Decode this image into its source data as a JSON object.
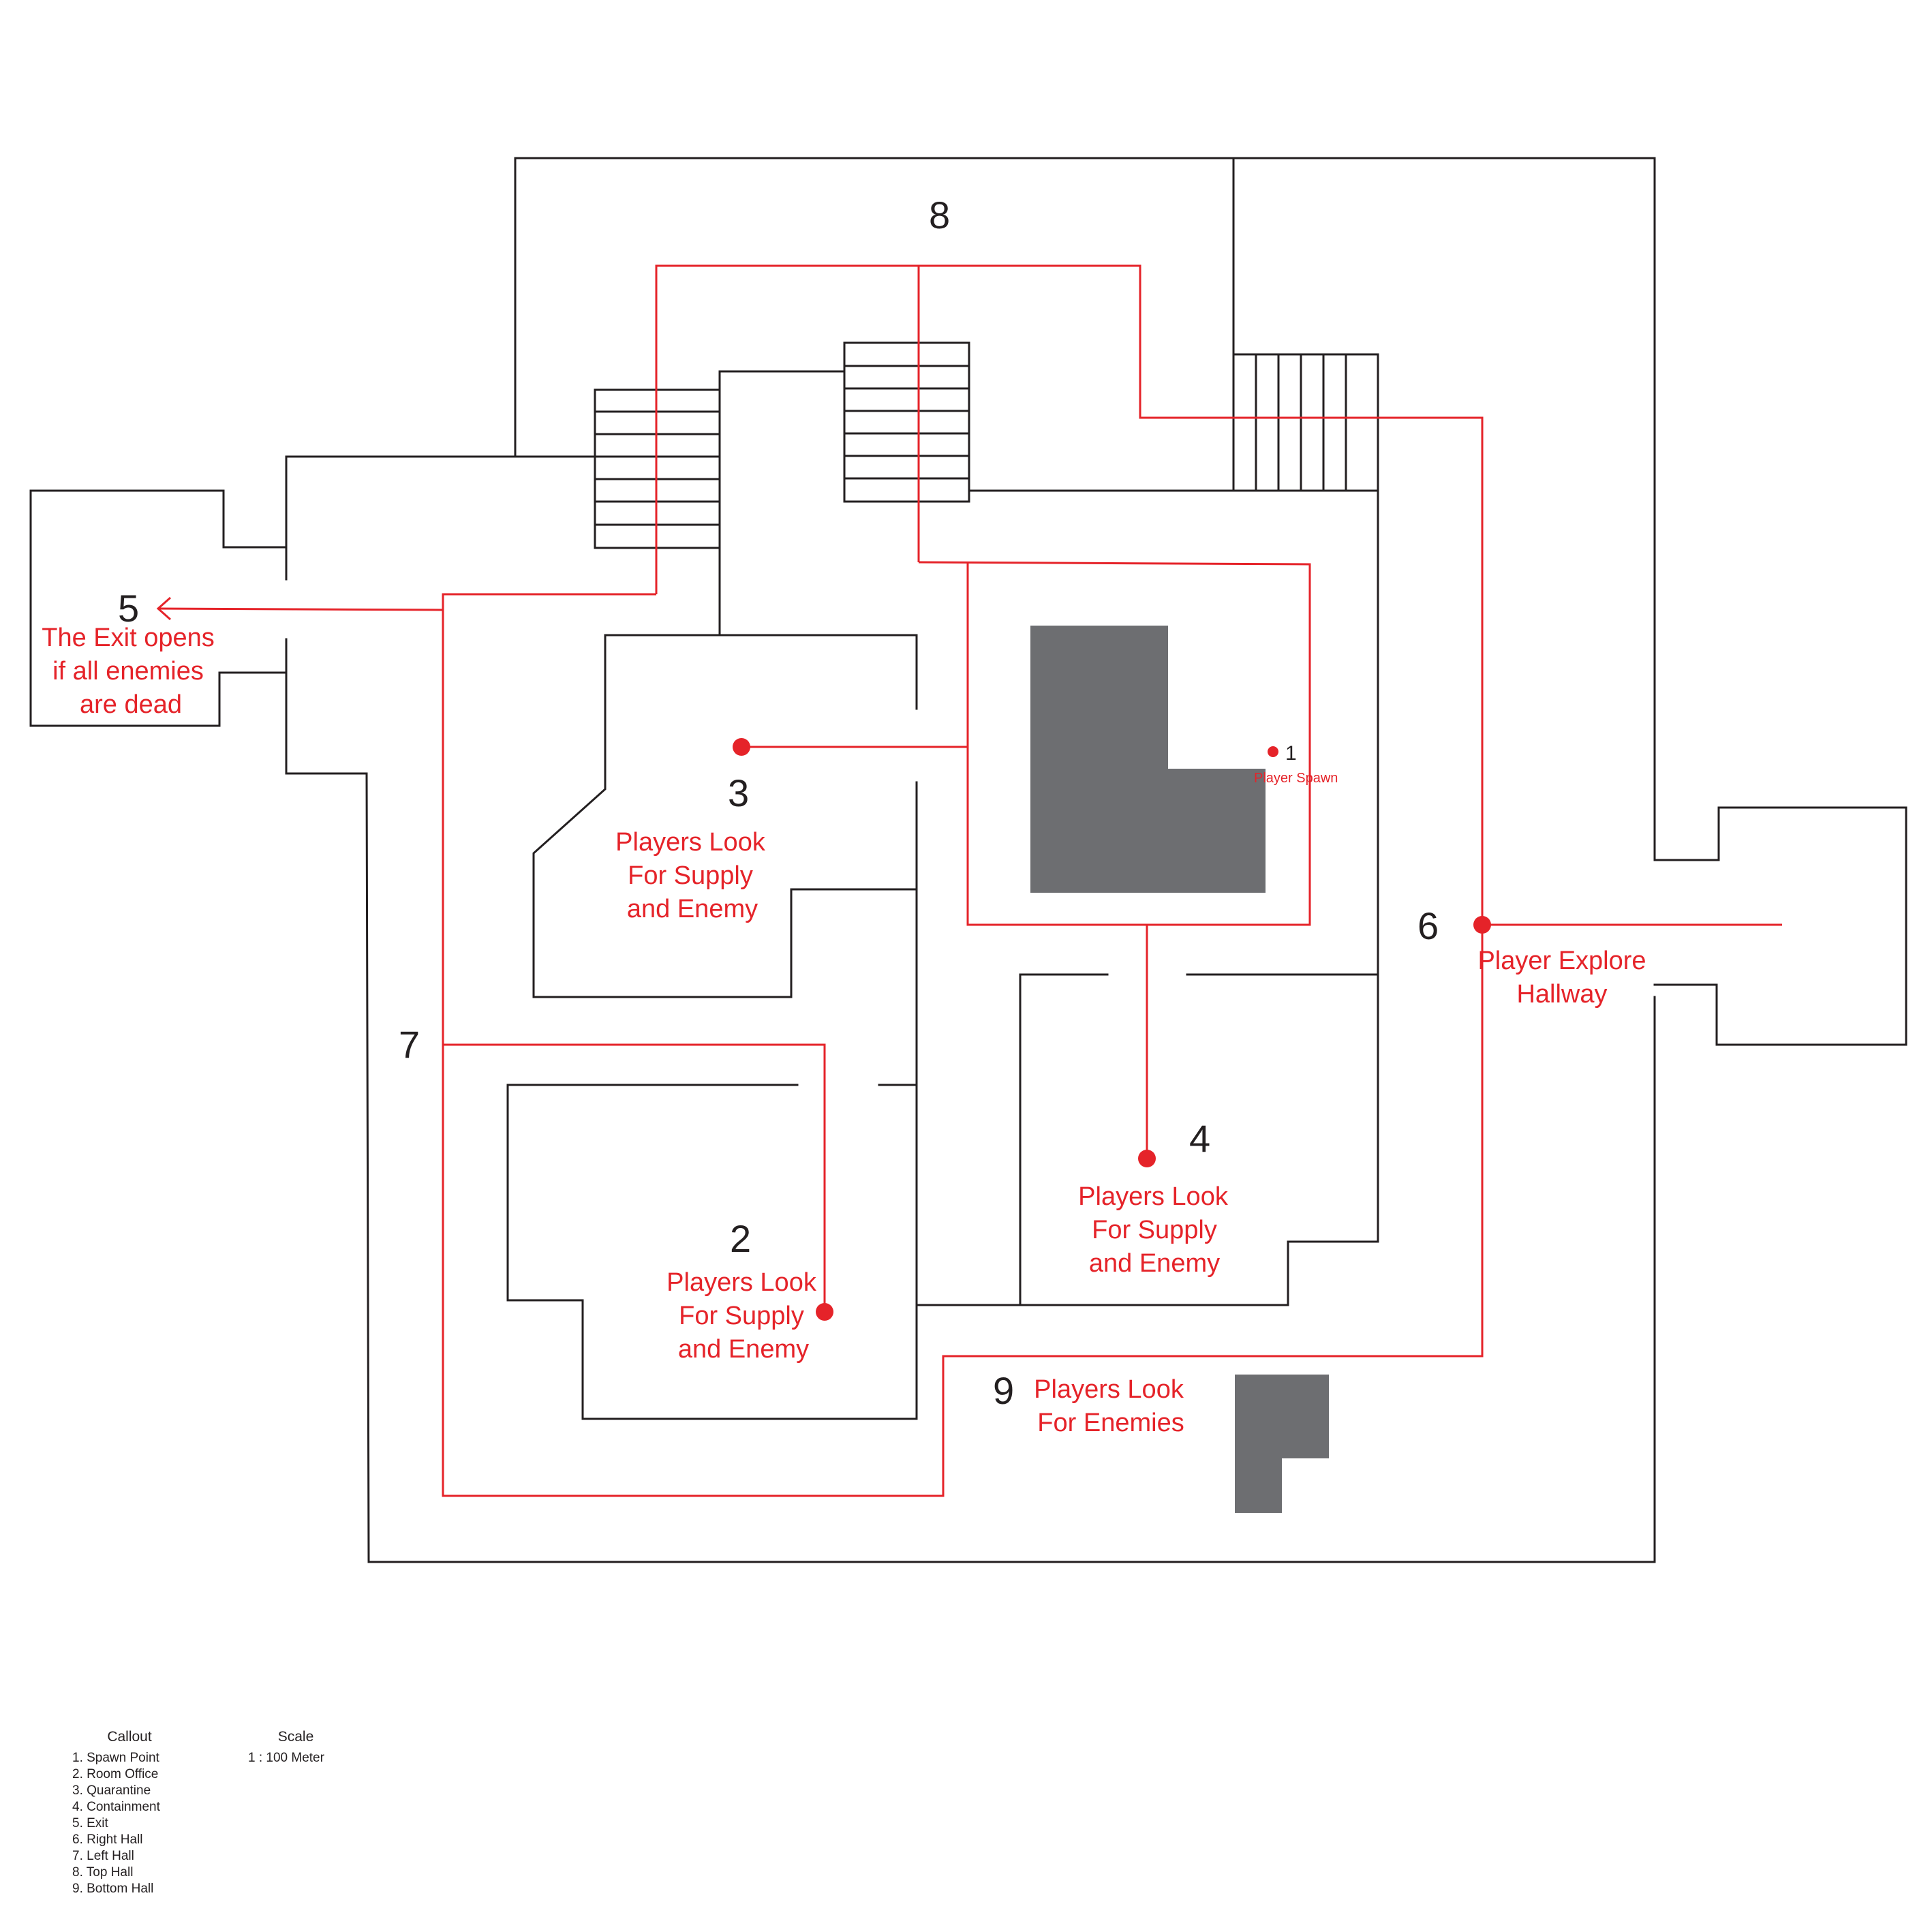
{
  "map": {
    "room_numbers": {
      "spawn": "1",
      "office": "2",
      "quarantine": "3",
      "containment": "4",
      "exit": "5",
      "right_hall": "6",
      "left_hall": "7",
      "top_hall": "8",
      "bottom_hall": "9"
    },
    "notes": {
      "spawn": "Player Spawn",
      "exit": [
        "The Exit opens",
        "if all enemies",
        "are dead"
      ],
      "quarantine": [
        "Players Look",
        "For Supply",
        "and Enemy"
      ],
      "office": [
        "Players Look",
        "For Supply",
        "and Enemy"
      ],
      "containment": [
        "Players Look",
        "For Supply",
        "and Enemy"
      ],
      "right_hall": [
        "Player Explore",
        "Hallway"
      ],
      "bottom_hall": [
        "Players Look",
        "For Enemies"
      ]
    },
    "colors": {
      "wall": "#231f20",
      "route": "#e52329",
      "solid": "#6d6e71"
    }
  },
  "legend": {
    "callout_title": "Callout",
    "callout_items": [
      "1. Spawn Point",
      "2. Room Office",
      "3. Quarantine",
      "4. Containment",
      "5. Exit",
      "6. Right Hall",
      "7. Left Hall",
      "8. Top Hall",
      "9. Bottom Hall"
    ],
    "scale_title": "Scale",
    "scale_value": "1 : 100 Meter"
  }
}
